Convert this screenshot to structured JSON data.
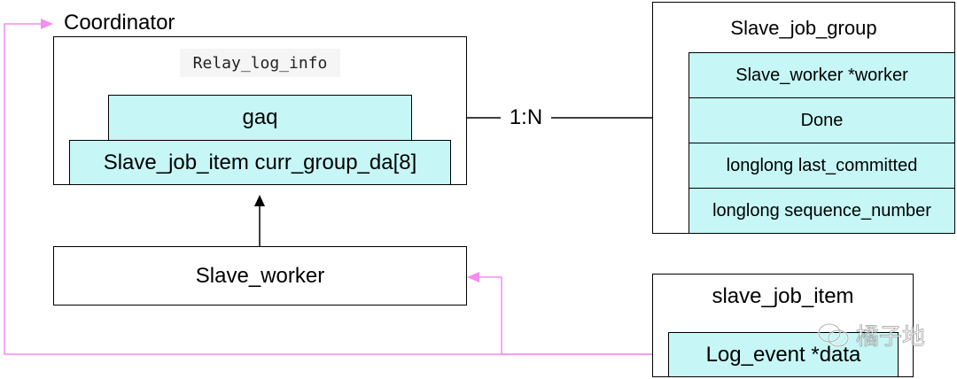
{
  "coordinator": {
    "title": "Coordinator",
    "relay_log_info_label": "Relay_log_info",
    "gaq_label": "gaq",
    "curr_group_label": "Slave_job_item curr_group_da[8]"
  },
  "slave_worker": {
    "label": "Slave_worker"
  },
  "slave_job_group": {
    "title": "Slave_job_group",
    "fields": [
      "Slave_worker *worker",
      "Done",
      "longlong last_committed",
      "longlong sequence_number"
    ]
  },
  "slave_job_item": {
    "title": "slave_job_item",
    "field": "Log_event *data"
  },
  "relation": {
    "label": "1:N"
  },
  "watermark": {
    "text": "橘子地"
  },
  "colors": {
    "cyan": "#c6f6f6",
    "pink_arrow": "#f58cf0",
    "black": "#000000"
  }
}
